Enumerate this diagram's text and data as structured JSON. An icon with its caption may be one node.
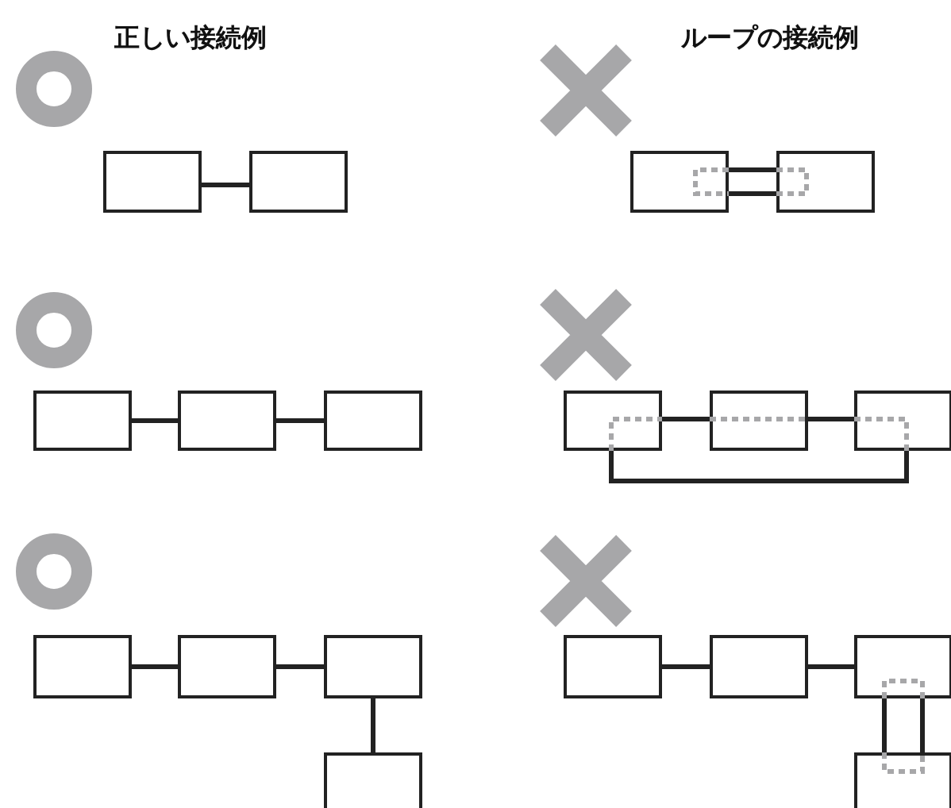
{
  "diagram": {
    "nodes": [
      {
        "text": [],
        "shape": "box"
      },
      {
        "text": [],
        "shape": "box"
      },
      {
        "text": [],
        "shape": "box"
      },
      {
        "text": [],
        "shape": "box"
      },
      {
        "text": [],
        "shape": "box"
      },
      {
        "text": [],
        "shape": "box"
      },
      {
        "text": [],
        "shape": "box"
      },
      {
        "text": [],
        "shape": "box"
      },
      {
        "text": [],
        "shape": "box"
      },
      {
        "text": [],
        "shape": "box"
      },
      {
        "text": [],
        "shape": "box"
      },
      {
        "text": [],
        "shape": "box"
      },
      {
        "text": [],
        "shape": "box"
      },
      {
        "text": [],
        "shape": "box"
      },
      {
        "text": [],
        "shape": "box"
      },
      {
        "text": [],
        "shape": "box"
      },
      {
        "text": [],
        "shape": "box"
      },
      {
        "text": [],
        "shape": "box"
      }
    ],
    "edges": [
      {
        "from": 0,
        "to": 1,
        "arrow": "none"
      },
      {
        "from": 2,
        "to": 3,
        "arrow": "none"
      },
      {
        "from": 3,
        "to": 4,
        "arrow": "none"
      },
      {
        "from": 5,
        "to": 6,
        "arrow": "none"
      },
      {
        "from": 6,
        "to": 7,
        "arrow": "none"
      },
      {
        "from": 7,
        "to": 8,
        "arrow": "none"
      },
      {
        "from": 9,
        "to": 10,
        "arrow": "none"
      },
      {
        "from": 9,
        "to": 10,
        "arrow": "none"
      },
      {
        "from": 11,
        "to": 12,
        "arrow": "none"
      },
      {
        "from": 12,
        "to": 13,
        "arrow": "none"
      },
      {
        "from": 11,
        "to": 13,
        "arrow": "none"
      },
      {
        "from": 14,
        "to": 15,
        "arrow": "none"
      },
      {
        "from": 15,
        "to": 16,
        "arrow": "none"
      },
      {
        "from": 16,
        "to": 17,
        "arrow": "none"
      },
      {
        "from": 16,
        "to": 17,
        "arrow": "none"
      }
    ],
    "labels": [
      "正しい接続例",
      "ループの接続例"
    ]
  }
}
